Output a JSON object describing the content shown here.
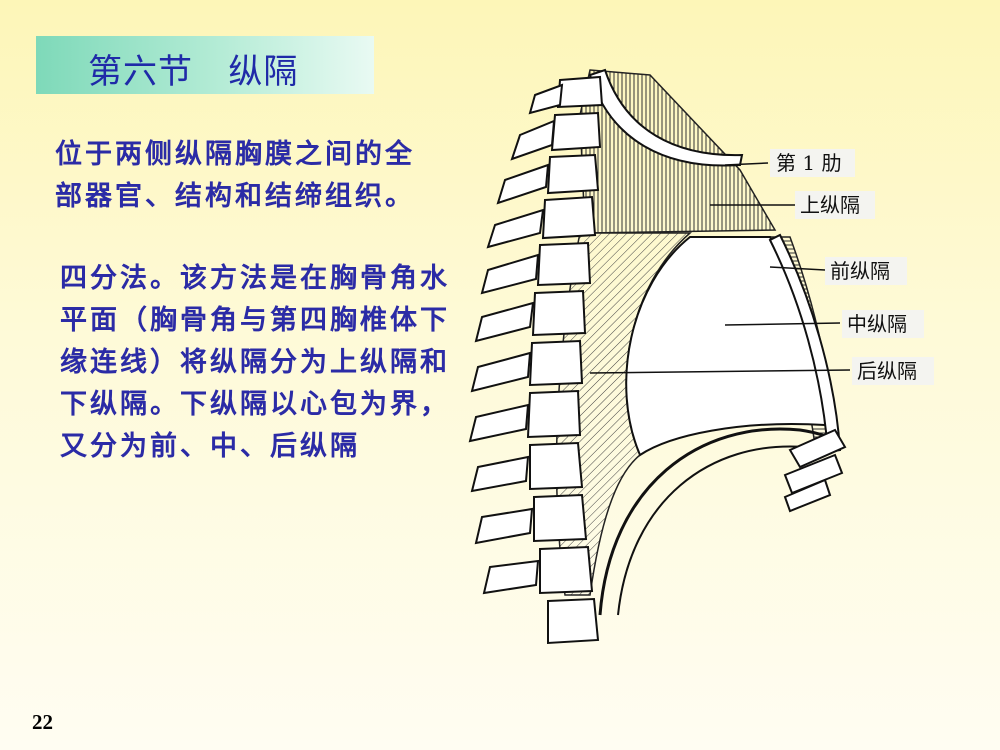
{
  "slide": {
    "title": "第六节   纵隔",
    "paragraph1": "位于两侧纵隔胸膜之间的全部器官、结构和结缔组织。",
    "paragraph2": "四分法。该方法是在胸骨角水平面（胸骨角与第四胸椎体下缘连线）将纵隔分为上纵隔和下纵隔。下纵隔以心包为界，又分为前、中、后纵隔",
    "page_number": "22"
  },
  "diagram": {
    "labels": {
      "rib1": "第 1 肋",
      "superior": "上纵隔",
      "anterior": "前纵隔",
      "middle": "中纵隔",
      "posterior": "后纵隔"
    }
  },
  "colors": {
    "title_text": "#1f2aa8",
    "body_text": "#2b2ba6",
    "title_bar": "#7ed9b9"
  }
}
